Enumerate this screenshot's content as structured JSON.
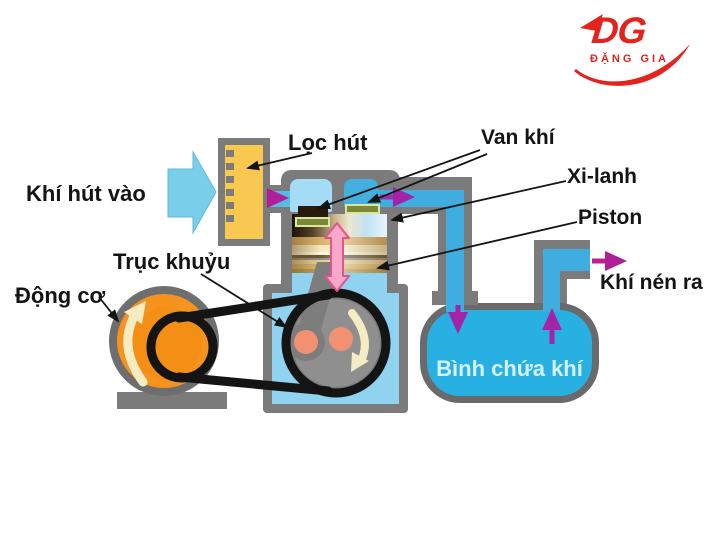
{
  "logo": {
    "monogram": "DG",
    "company": "ĐẶNG GIA",
    "color": "#e2231e"
  },
  "labels": {
    "intake": "Khí hút vào",
    "filter": "Lọc hút",
    "valves": "Van khí",
    "cylinder": "Xi-lanh",
    "piston": "Piston",
    "crankshaft": "Trục khuỷu",
    "motor": "Động cơ",
    "outlet": "Khí nén ra",
    "tank": "Bình chứa khí"
  },
  "colors": {
    "structure_gray": "#7b7b7b",
    "filter_orange": "#f8c851",
    "pipe_blue": "#3fade0",
    "intake_chamber_blue": "#a3dcf4",
    "discharge_chamber_blue": "#43afde",
    "crankcase_blue": "#8fd3f0",
    "tank_blue": "#29b0e2",
    "intake_arrow_blue": "#79cfea",
    "flow_magenta": "#b01f97",
    "piston_arrow_pink": "#f8a9c9",
    "motor_orange": "#f6921e",
    "crank_pin_salmon": "#f29072",
    "belt_black": "#141414",
    "valve_olive": "#7e8638"
  }
}
